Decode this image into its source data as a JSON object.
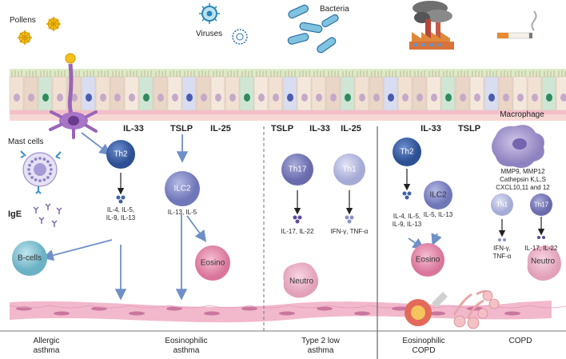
{
  "environment": {
    "pollens": "Pollens",
    "viruses": "Viruses",
    "bacteria": "Bacteria"
  },
  "cytokines": {
    "col1": {
      "il33": "IL-33",
      "tslp": "TSLP",
      "il25": "IL-25"
    },
    "col2": {
      "tslp": "TSLP",
      "il33": "IL-33",
      "il25": "IL-25"
    },
    "col3": {
      "il33": "IL-33",
      "tslp": "TSLP"
    }
  },
  "cells": {
    "mast_cells": "Mast cells",
    "ige": "IgE",
    "th2_a": "Th2",
    "ilc2_a": "ILC2",
    "bcells": "B-cells",
    "eosino_a": "Eosino",
    "th17_a": "Th17",
    "th1_a": "Th1",
    "neutro_a": "Neutro",
    "th2_b": "Th2",
    "ilc2_b": "ILC2",
    "eosino_b": "Eosino",
    "macrophage": "Macrophage",
    "th1_b": "Th1",
    "th17_b": "Th17",
    "neutro_b": "Neutro"
  },
  "mediators": {
    "th2_a_line1": "IL-4, IL-5,",
    "th2_a_line2": "IL-9, IL-13",
    "ilc2_a": "IL-13, IL-5",
    "th17_a": "IL-17, IL-22",
    "th1_a": "IFN-γ, TNF-α",
    "th2_b_line1": "IL-4, IL-5,",
    "th2_b_line2": "IL-9, IL-13",
    "ilc2_b": "IL-5, IL-13",
    "macro_line1": "MMP9, MMP12",
    "macro_line2": "Cathepsin K,L,S",
    "macro_line3": "CXCL10,11 and 12",
    "th1_b_line1": "IFN-γ,",
    "th1_b_line2": "TNF-α",
    "th17_b": "IL-17, IL-22"
  },
  "footer": {
    "allergic_1": "Allergic",
    "allergic_2": "asthma",
    "eos_1": "Eosinophilic",
    "eos_2": "asthma",
    "t2low_1": "Type 2 low",
    "t2low_2": "asthma",
    "eoscopd_1": "Eosinophilic",
    "eoscopd_2": "COPD",
    "copd": "COPD"
  },
  "colors": {
    "th2": "#3f63a8",
    "ilc2": "#8890c6",
    "th17": "#7d7fbc",
    "th1": "#b9bde0",
    "eosino": "#e88fb0",
    "bcells": "#86c6d4",
    "arrow": "#6f8fc7",
    "muscle": "#f2b8cc",
    "epithelium": "#f1e1d3"
  }
}
